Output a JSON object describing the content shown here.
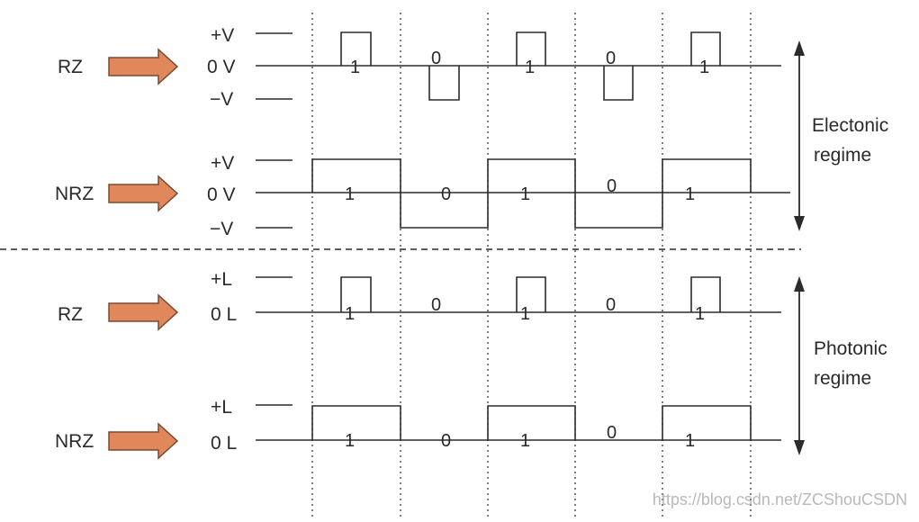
{
  "rows": [
    {
      "label": "RZ",
      "encoding": "RZ",
      "levels": {
        "high": "+V",
        "zero": "0 V",
        "low": "−V"
      },
      "bits": [
        "1",
        "0",
        "1",
        "0",
        "1"
      ],
      "bipolar": true
    },
    {
      "label": "NRZ",
      "encoding": "NRZ",
      "levels": {
        "high": "+V",
        "zero": "0 V",
        "low": "−V"
      },
      "bits": [
        "1",
        "0",
        "1",
        "0",
        "1"
      ],
      "bipolar": true
    },
    {
      "label": "RZ",
      "encoding": "RZ",
      "levels": {
        "high": "+L",
        "zero": "0 L"
      },
      "bits": [
        "1",
        "0",
        "1",
        "0",
        "1"
      ],
      "bipolar": false
    },
    {
      "label": "NRZ",
      "encoding": "NRZ",
      "levels": {
        "high": "+L",
        "zero": "0 L"
      },
      "bits": [
        "1",
        "0",
        "1",
        "0",
        "1"
      ],
      "bipolar": false
    }
  ],
  "regimes": [
    {
      "line1": "Electonic",
      "line2": "regime"
    },
    {
      "line1": "Photonic",
      "line2": "regime"
    }
  ],
  "watermark": "https://blog.csdn.net/ZCShouCSDN",
  "colors": {
    "arrow_fill": "#e0875c",
    "arrow_stroke": "#7a4a33",
    "line": "#2b2b2b",
    "text": "#2a2a2a"
  }
}
